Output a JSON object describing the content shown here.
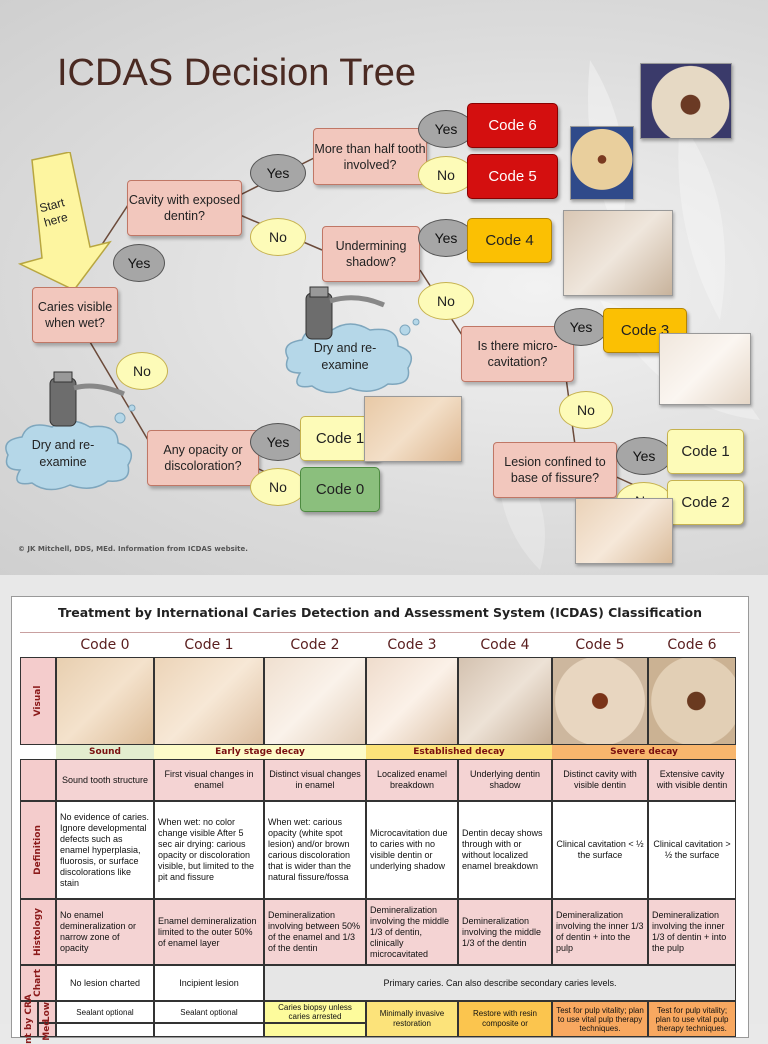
{
  "title": "ICDAS Decision Tree",
  "start_label": "Start here",
  "credit": "© JK Mitchell, DDS, MEd. Information from ICDAS website.",
  "nodes": {
    "caries_visible": "Caries visible when wet?",
    "cavity": "Cavity with exposed dentin?",
    "more_half": "More than half tooth involved?",
    "undermining": "Undermining shadow?",
    "micro": "Is there micro-cavitation?",
    "confined": "Lesion confined to base of fissure?",
    "opacity": "Any opacity or discoloration?"
  },
  "clouds": {
    "left": "Dry and re-examine",
    "mid": "Dry and re-examine"
  },
  "answers": {
    "yes": "Yes",
    "no": "No"
  },
  "codes": {
    "c6": "Code 6",
    "c5": "Code 5",
    "c4": "Code 4",
    "c3": "Code 3",
    "c1a": "Code 1",
    "c2": "Code 2",
    "c1b": "Code 1",
    "c0": "Code 0"
  },
  "colors": {
    "red": "#d40f0f",
    "orange": "#fbc003",
    "yellow": "#fdfbb8",
    "green": "#8bbf7d"
  },
  "table": {
    "title": "Treatment by International Caries Detection and Assessment System (ICDAS) Classification",
    "headers": [
      "Code 0",
      "Code 1",
      "Code 2",
      "Code 3",
      "Code 4",
      "Code 5",
      "Code 6"
    ],
    "row_labels": {
      "visual": "Visual",
      "definition": "Definition",
      "histology": "Histology",
      "chart": "Chart",
      "treatment": "nt by CRA",
      "low": "Low",
      "med": "Med"
    },
    "stages": {
      "sound": "Sound",
      "early": "Early stage decay",
      "established": "Established decay",
      "severe": "Severe decay"
    },
    "short_desc": [
      "Sound tooth structure",
      "First visual changes in enamel",
      "Distinct visual changes in enamel",
      "Localized enamel breakdown",
      "Underlying dentin shadow",
      "Distinct cavity with visible dentin",
      "Extensive cavity with visible dentin"
    ],
    "definition": [
      "No evidence of caries. Ignore developmental defects such as enamel hyperplasia, fluorosis, or surface discolorations like stain",
      "When wet: no color change visible After 5 sec air drying: carious opacity or discoloration visible, but limited to the pit and fissure",
      "When wet: carious opacity (white spot lesion) and/or brown carious discoloration that is wider than the natural fissure/fossa",
      "Microcavitation due to caries with no visible dentin or underlying shadow",
      "Dentin decay shows through with or without localized enamel breakdown",
      "Clinical cavitation < ½ the surface",
      "Clinical cavitation > ½ the surface"
    ],
    "histology": [
      "No enamel demineralization or narrow zone of opacity",
      "Enamel demineralization limited to the outer 50% of enamel layer",
      "Demineralization involving between 50% of the enamel and 1/3 of the dentin",
      "Demineralization involving the middle 1/3 of dentin, clinically microcavitated",
      "Demineralization involving the middle 1/3 of the dentin",
      "Demineralization involving the inner 1/3 of dentin + into the pulp",
      "Demineralization involving the inner 1/3 of dentin + into the pulp"
    ],
    "chart": {
      "c0": "No lesion charted",
      "c1": "Incipient lesion",
      "rest": "Primary caries. Can also describe secondary caries levels."
    },
    "low": {
      "c0": "Sealant optional",
      "c1": "Sealant optional",
      "c2": "Caries biopsy unless caries arrested",
      "c34": "Minimally invasive restoration",
      "c4": "Restore with resin composite or",
      "c5": "Test for pulp vitality; plan to use vital pulp therapy techniques.",
      "c6": "Test for pulp vitality; plan to use vital pulp therapy techniques."
    }
  }
}
